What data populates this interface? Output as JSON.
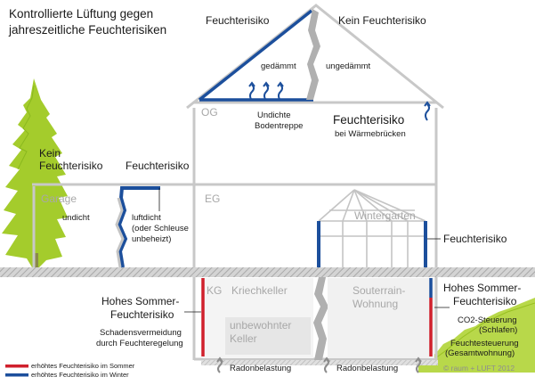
{
  "title_line1": "Kontrollierte Lüftung gegen",
  "title_line2": "jahreszeitliche Feuchterisiken",
  "roof": {
    "risk_label": "Feuchterisiko",
    "no_risk_label": "Kein Feuchterisiko",
    "insulated": "gedämmt",
    "uninsulated": "ungedämmt",
    "attic_stairs_1": "Undichte",
    "attic_stairs_2": "Bodentreppe"
  },
  "og": {
    "label": "OG",
    "risk_title": "Feuchterisiko",
    "risk_sub": "bei Wärmebrücken"
  },
  "left": {
    "no_risk_1": "Kein",
    "no_risk_2": "Feuchterisiko",
    "risk": "Feuchterisiko",
    "garage": "Garage",
    "leaky": "undicht",
    "airtight_1": "luftdicht",
    "airtight_2": "(oder Schleuse",
    "airtight_3": "unbeheizt)"
  },
  "eg": {
    "label": "EG",
    "wintergarden": "Wintergarten",
    "risk": "Feuchterisiko"
  },
  "kg": {
    "label": "KG",
    "crawlspace": "Kriechkeller",
    "basement_1": "unbewohnter",
    "basement_2": "Keller",
    "souterrain_1": "Souterrain-",
    "souterrain_2": "Wohnung"
  },
  "left_bottom": {
    "title_1": "Hohes Sommer-",
    "title_2": "Feuchterisiko",
    "sub_1": "Schadensvermeidung",
    "sub_2": "durch Feuchteregelung"
  },
  "right_bottom": {
    "title_1": "Hohes Sommer-",
    "title_2": "Feuchterisiko",
    "co2_1": "CO2-Steuerung",
    "co2_2": "(Schlafen)",
    "hum_1": "Feuchtesteuerung",
    "hum_2": "(Gesamtwohnung)"
  },
  "radon_1": "Radonbelastung",
  "radon_2": "Radonbelastung",
  "legend": {
    "summer": "erhöhtes Feuchterisiko im Sommer",
    "winter": "erhöhtes Feuchterisiko im Winter"
  },
  "copyright": "© raum + LUFT 2012",
  "colors": {
    "summer": "#d0202c",
    "winter": "#1c4f9c",
    "house_line": "#c8c8c8",
    "ground": "#b4b4b4",
    "tree": "#9cc82a"
  }
}
